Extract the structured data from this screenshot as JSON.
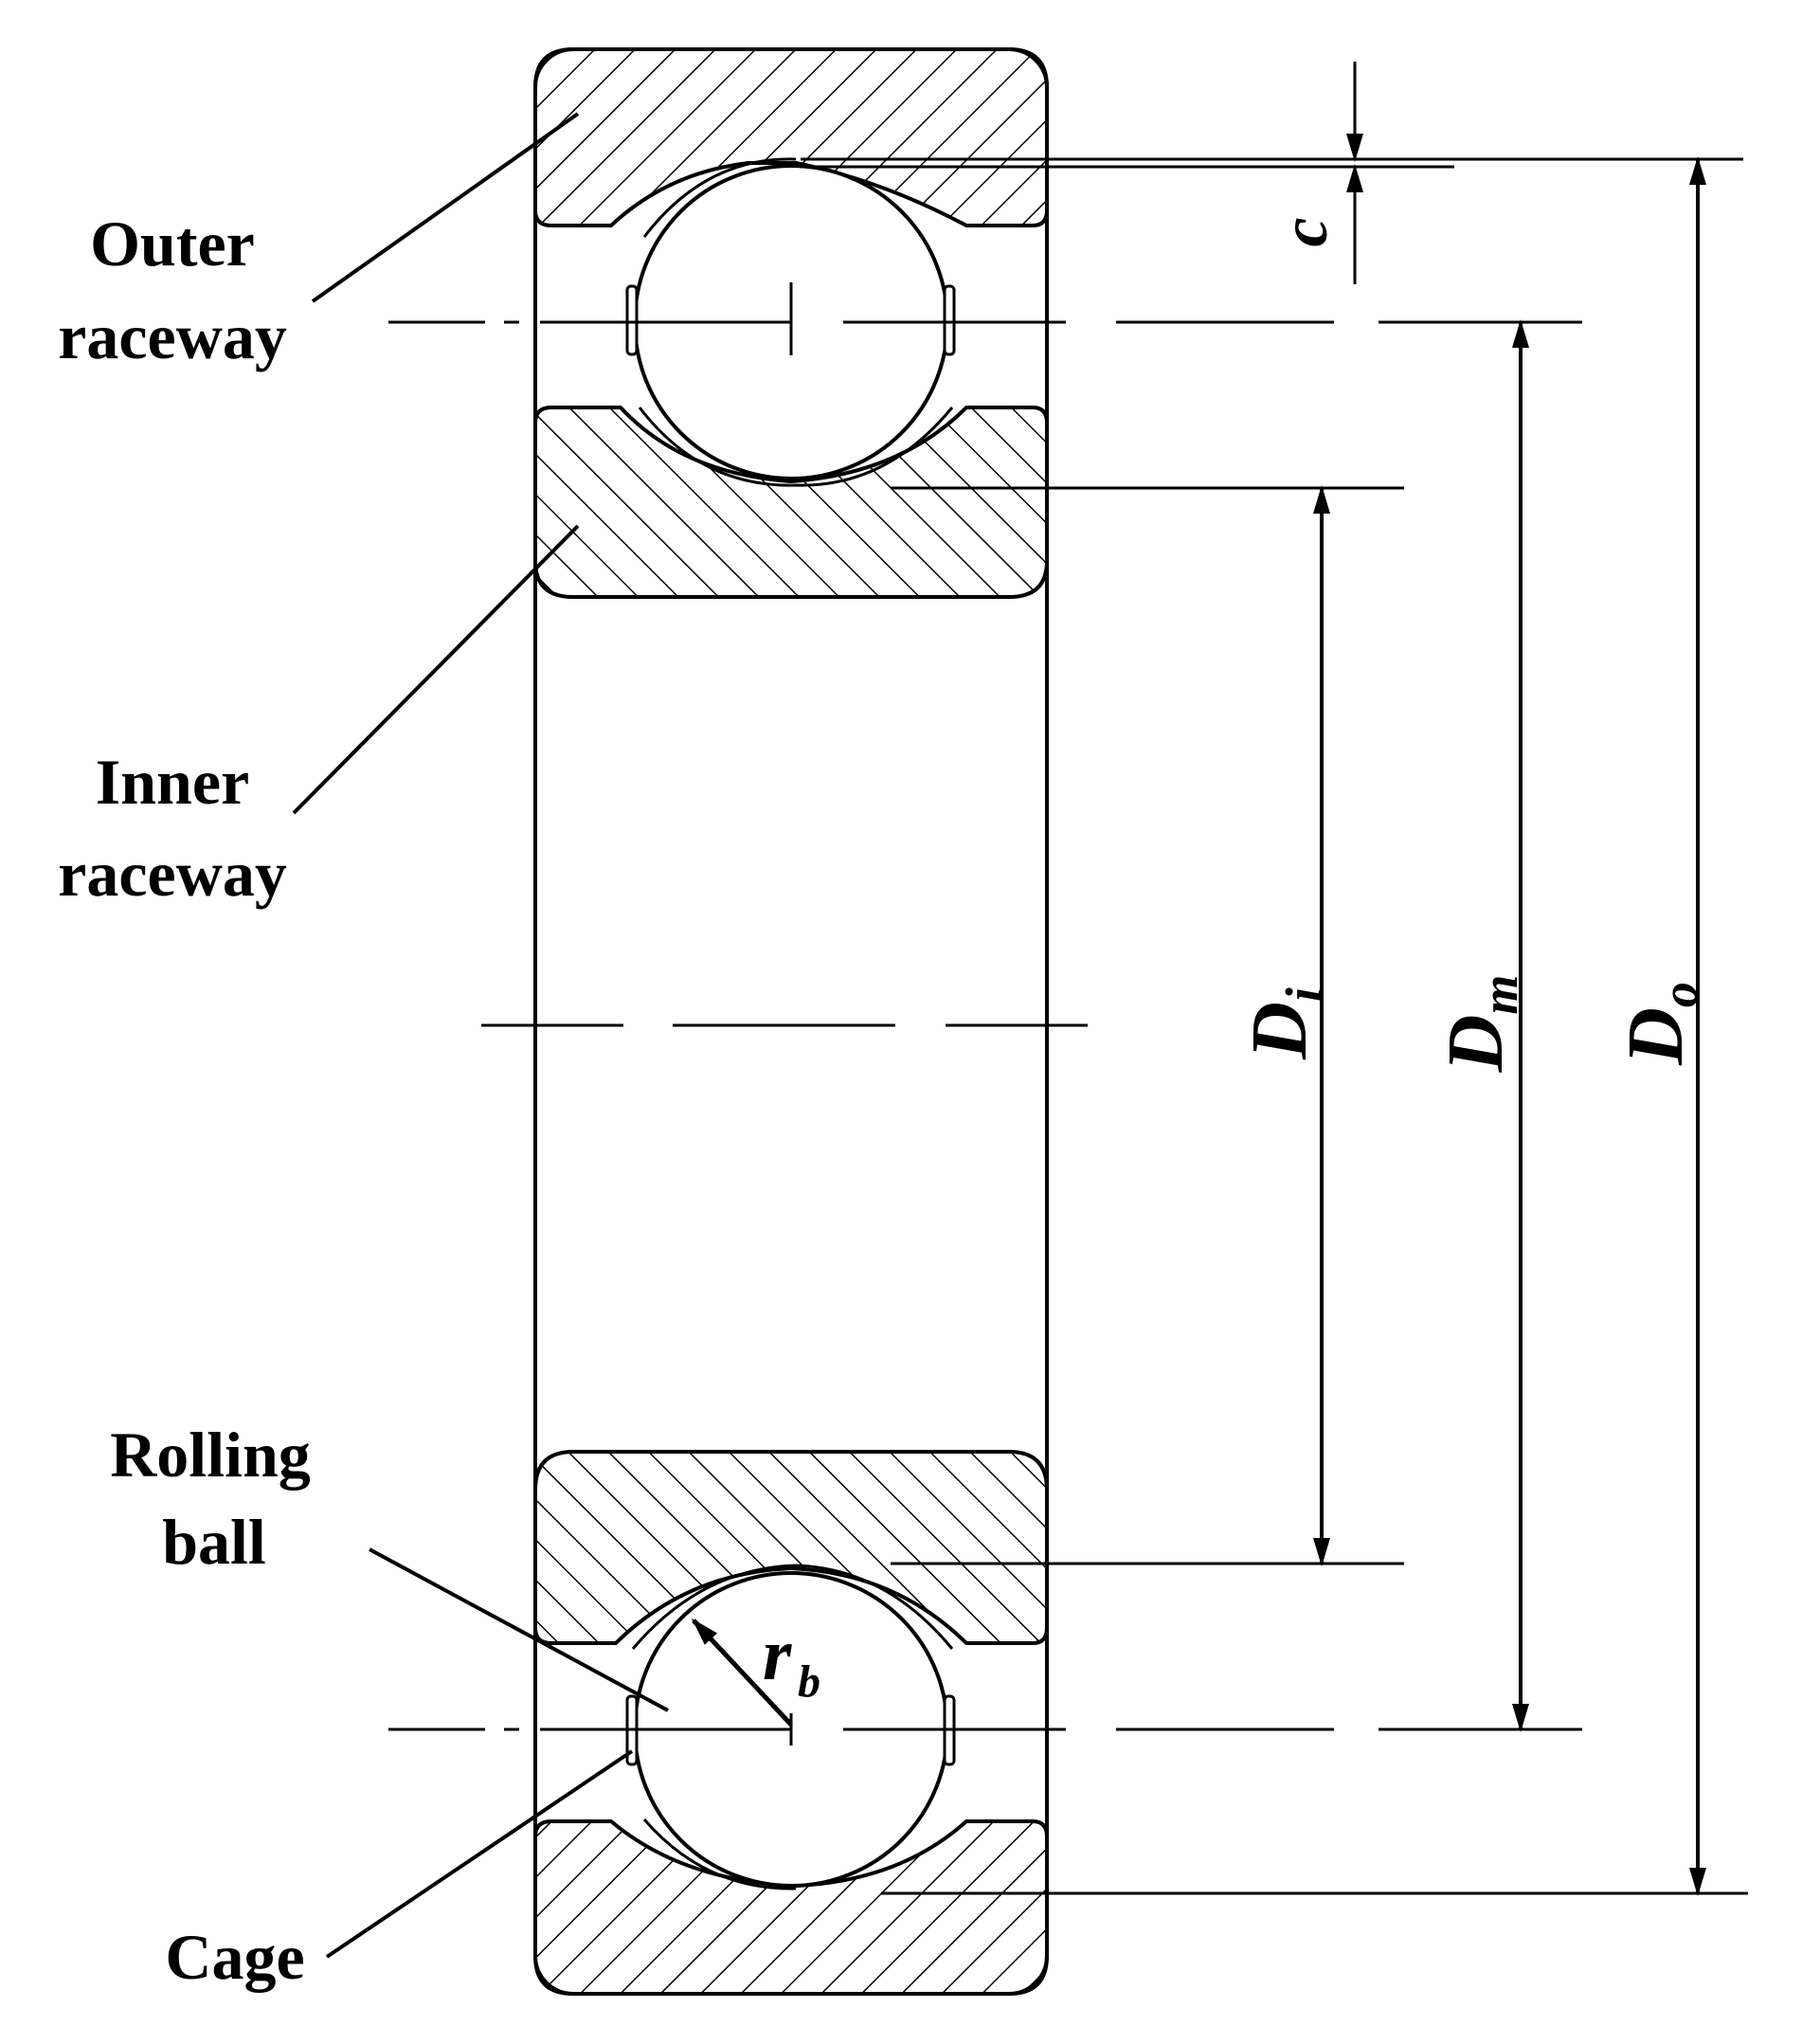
{
  "labels": {
    "outer_raceway": [
      "Outer",
      "raceway"
    ],
    "inner_raceway": [
      "Inner",
      "raceway"
    ],
    "rolling_ball": [
      "Rolling",
      "ball"
    ],
    "cage": "Cage"
  },
  "dimensions": {
    "clearance": {
      "symbol": "c"
    },
    "radius": {
      "symbol": "r",
      "subscript": "b"
    },
    "inner_diameter": {
      "symbol": "D",
      "subscript": "i"
    },
    "mean_diameter": {
      "symbol": "D",
      "subscript": "m"
    },
    "outer_diameter": {
      "symbol": "D",
      "subscript": "o"
    }
  },
  "colors": {
    "stroke": "#000000",
    "background": "#ffffff"
  }
}
